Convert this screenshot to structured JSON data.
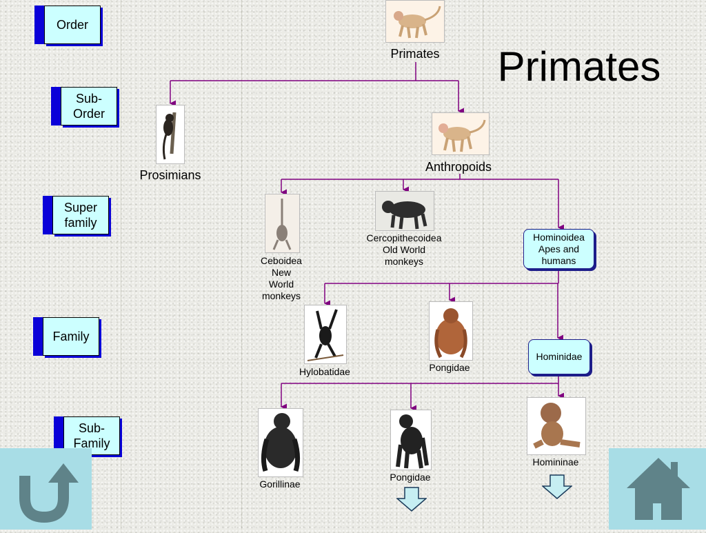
{
  "title": "Primates",
  "ranks": {
    "order": "Order",
    "suborder": "Sub-\nOrder",
    "superfamily": "Super\nfamily",
    "family": "Family",
    "subfamily": "Sub-\nFamily"
  },
  "taxa": {
    "primates": "Primates",
    "prosimians": "Prosimians",
    "anthropoids": "Anthropoids",
    "ceboidea": "Ceboidea\nNew\nWorld\nmonkeys",
    "cercopithecoidea": "Cercopithecoidea\nOld World\nmonkeys",
    "hominoidea": "Hominoidea\nApes and\nhumans",
    "hylobatidae": "Hylobatidae",
    "pongidae_family": "Pongidae",
    "hominidae": "Hominidae",
    "gorillinae": "Gorillinae",
    "pongidae_subfamily": "Pongidae",
    "homininae": "Homininae"
  },
  "colors": {
    "connector": "#800080",
    "rank_fill": "#ccffff",
    "rank_accent": "#0a00d8",
    "nav_panel": "#a8dde6",
    "nav_icon": "#5f8389"
  },
  "nav": {
    "back_icon": "u-turn-arrow-icon",
    "home_icon": "house-icon"
  }
}
